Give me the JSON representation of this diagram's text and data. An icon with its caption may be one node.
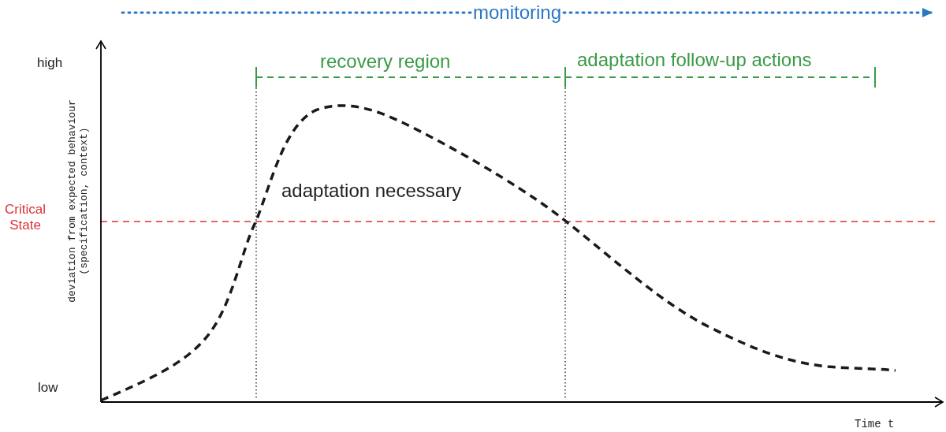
{
  "diagram": {
    "labels": [
      "monitoring",
      "high",
      "recovery region",
      "adaptation follow-up actions",
      "deviation from expected behaviour (specification, context)",
      "adaptation necessary",
      "Critical State",
      "low",
      "Time t"
    ]
  }
}
